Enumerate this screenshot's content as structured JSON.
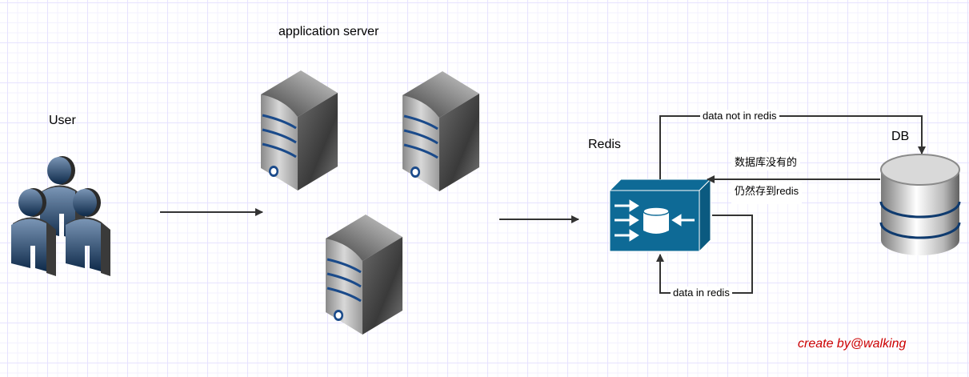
{
  "diagram": {
    "nodes": {
      "user": {
        "label": "User"
      },
      "app_server": {
        "label": "application server",
        "count": 3
      },
      "redis": {
        "label": "Redis"
      },
      "db": {
        "label": "DB"
      }
    },
    "edges": {
      "user_to_app": {
        "label": ""
      },
      "app_to_redis": {
        "label": ""
      },
      "redis_to_db": {
        "label": "data not in redis"
      },
      "db_to_redis_line1": "数据库没有的",
      "db_to_redis_line2": "仍然存到redis",
      "redis_self": {
        "label": "data in redis"
      }
    },
    "signature": "create by@walking",
    "colors": {
      "arrow": "#333333",
      "redis_blue": "#0e6a96",
      "signature": "#cc0000"
    }
  }
}
